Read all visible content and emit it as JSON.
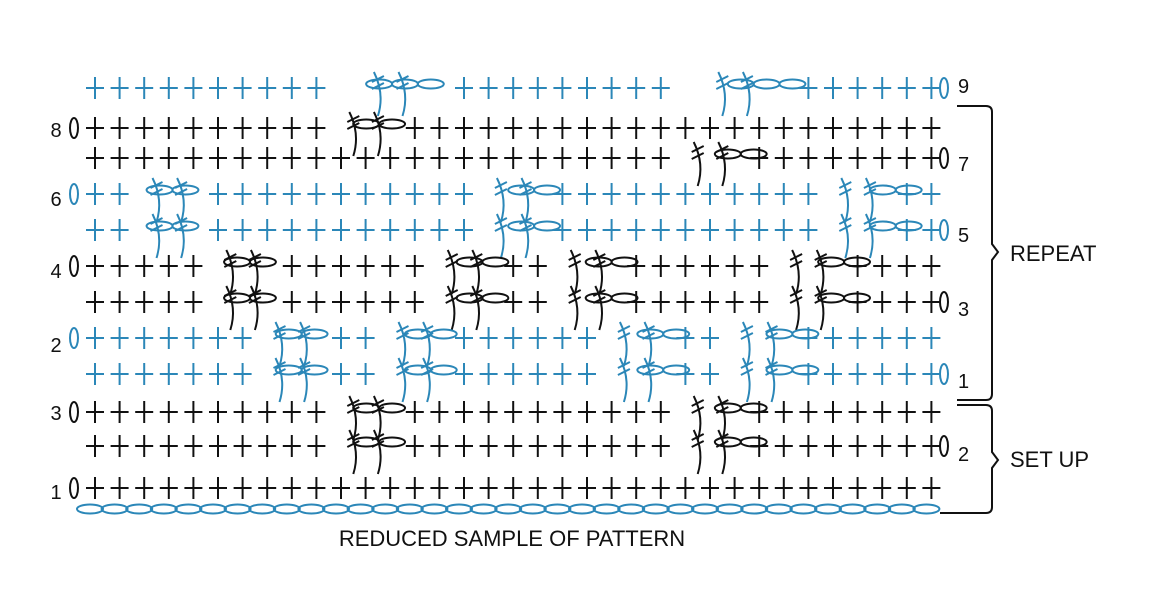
{
  "diagram": {
    "colors": {
      "blue": "#2b87b8",
      "black": "#111111"
    },
    "left_row_numbers": [
      "8",
      "6",
      "4",
      "2",
      "3",
      "1"
    ],
    "right_row_numbers": [
      "9",
      "7",
      "5",
      "3",
      "1",
      "2"
    ],
    "brackets": {
      "repeat": "REPEAT",
      "setup": "SET UP"
    },
    "caption": "REDUCED SAMPLE OF PATTERN",
    "symbols": [
      "single-crochet",
      "chain",
      "treble-crochet",
      "turning-chain"
    ]
  }
}
